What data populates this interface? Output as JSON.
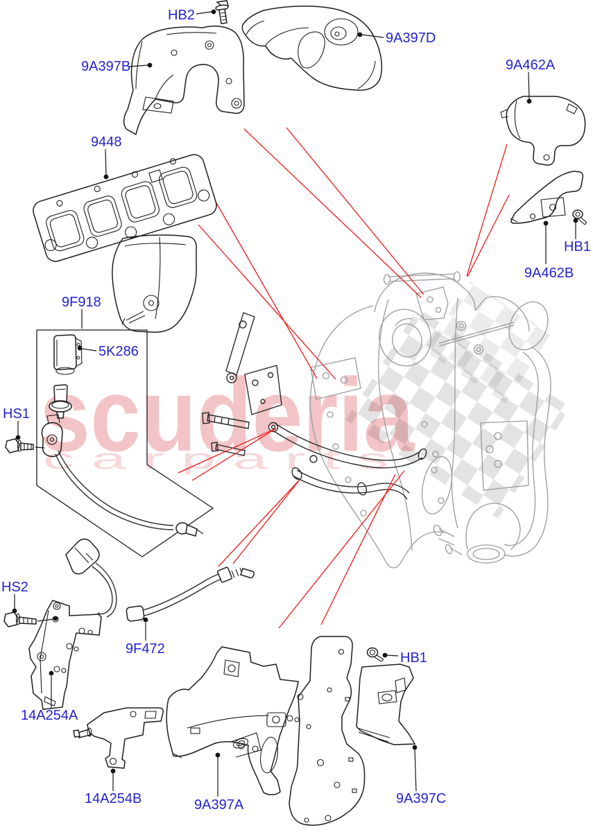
{
  "theme": {
    "label-blue": "#2323cf",
    "red-line": "#f01818",
    "line-black": "#141414",
    "engine-gray": "#9a9a9a",
    "wm-main": "rgba(214,60,70,0.30)",
    "wm-sub": "rgba(214,60,70,0.20)"
  },
  "watermark": {
    "brand": "scuderia",
    "tagline": "c a r   p a r t s"
  },
  "labels": [
    {
      "id": "hb2",
      "text": "HB2"
    },
    {
      "id": "9a397b",
      "text": "9A397B"
    },
    {
      "id": "9a397d",
      "text": "9A397D"
    },
    {
      "id": "9448",
      "text": "9448"
    },
    {
      "id": "9a462a",
      "text": "9A462A"
    },
    {
      "id": "hb1-right",
      "text": "HB1"
    },
    {
      "id": "9a462b",
      "text": "9A462B"
    },
    {
      "id": "9f918",
      "text": "9F918"
    },
    {
      "id": "5k286",
      "text": "5K286"
    },
    {
      "id": "hs1",
      "text": "HS1"
    },
    {
      "id": "hs2",
      "text": "HS2"
    },
    {
      "id": "9f472",
      "text": "9F472"
    },
    {
      "id": "14a254a",
      "text": "14A254A"
    },
    {
      "id": "14a254b",
      "text": "14A254B"
    },
    {
      "id": "9a397a",
      "text": "9A397A"
    },
    {
      "id": "hb1-lower",
      "text": "HB1"
    },
    {
      "id": "9a397c",
      "text": "9A397C"
    }
  ]
}
